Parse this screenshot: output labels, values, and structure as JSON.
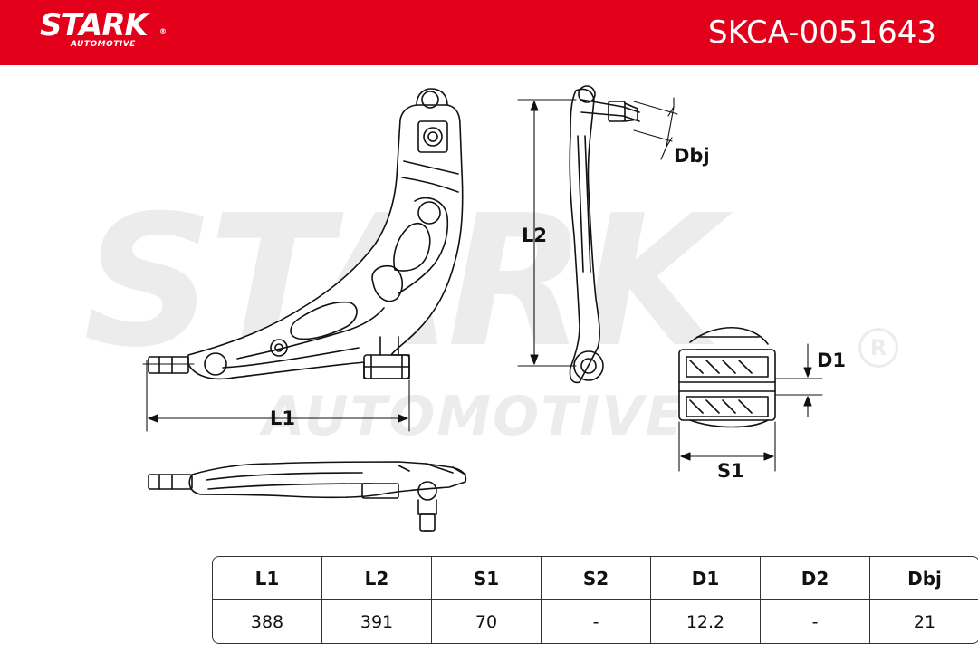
{
  "header": {
    "brand_name": "STARK",
    "brand_sub": "AUTOMOTIVE",
    "brand_reg": "®",
    "part_number": "SKCA-0051643",
    "background_color": "#e2001a"
  },
  "watermark": {
    "main": "STARK",
    "sub": "AUTOMOTIVE",
    "reg": "R"
  },
  "dimension_labels": {
    "l1": "L1",
    "l2": "L2",
    "s1": "S1",
    "d1": "D1",
    "dbj": "Dbj"
  },
  "specs": {
    "headers": [
      "L1",
      "L2",
      "S1",
      "S2",
      "D1",
      "D2",
      "Dbj"
    ],
    "values": [
      "388",
      "391",
      "70",
      "-",
      "12.2",
      "-",
      "21"
    ]
  }
}
